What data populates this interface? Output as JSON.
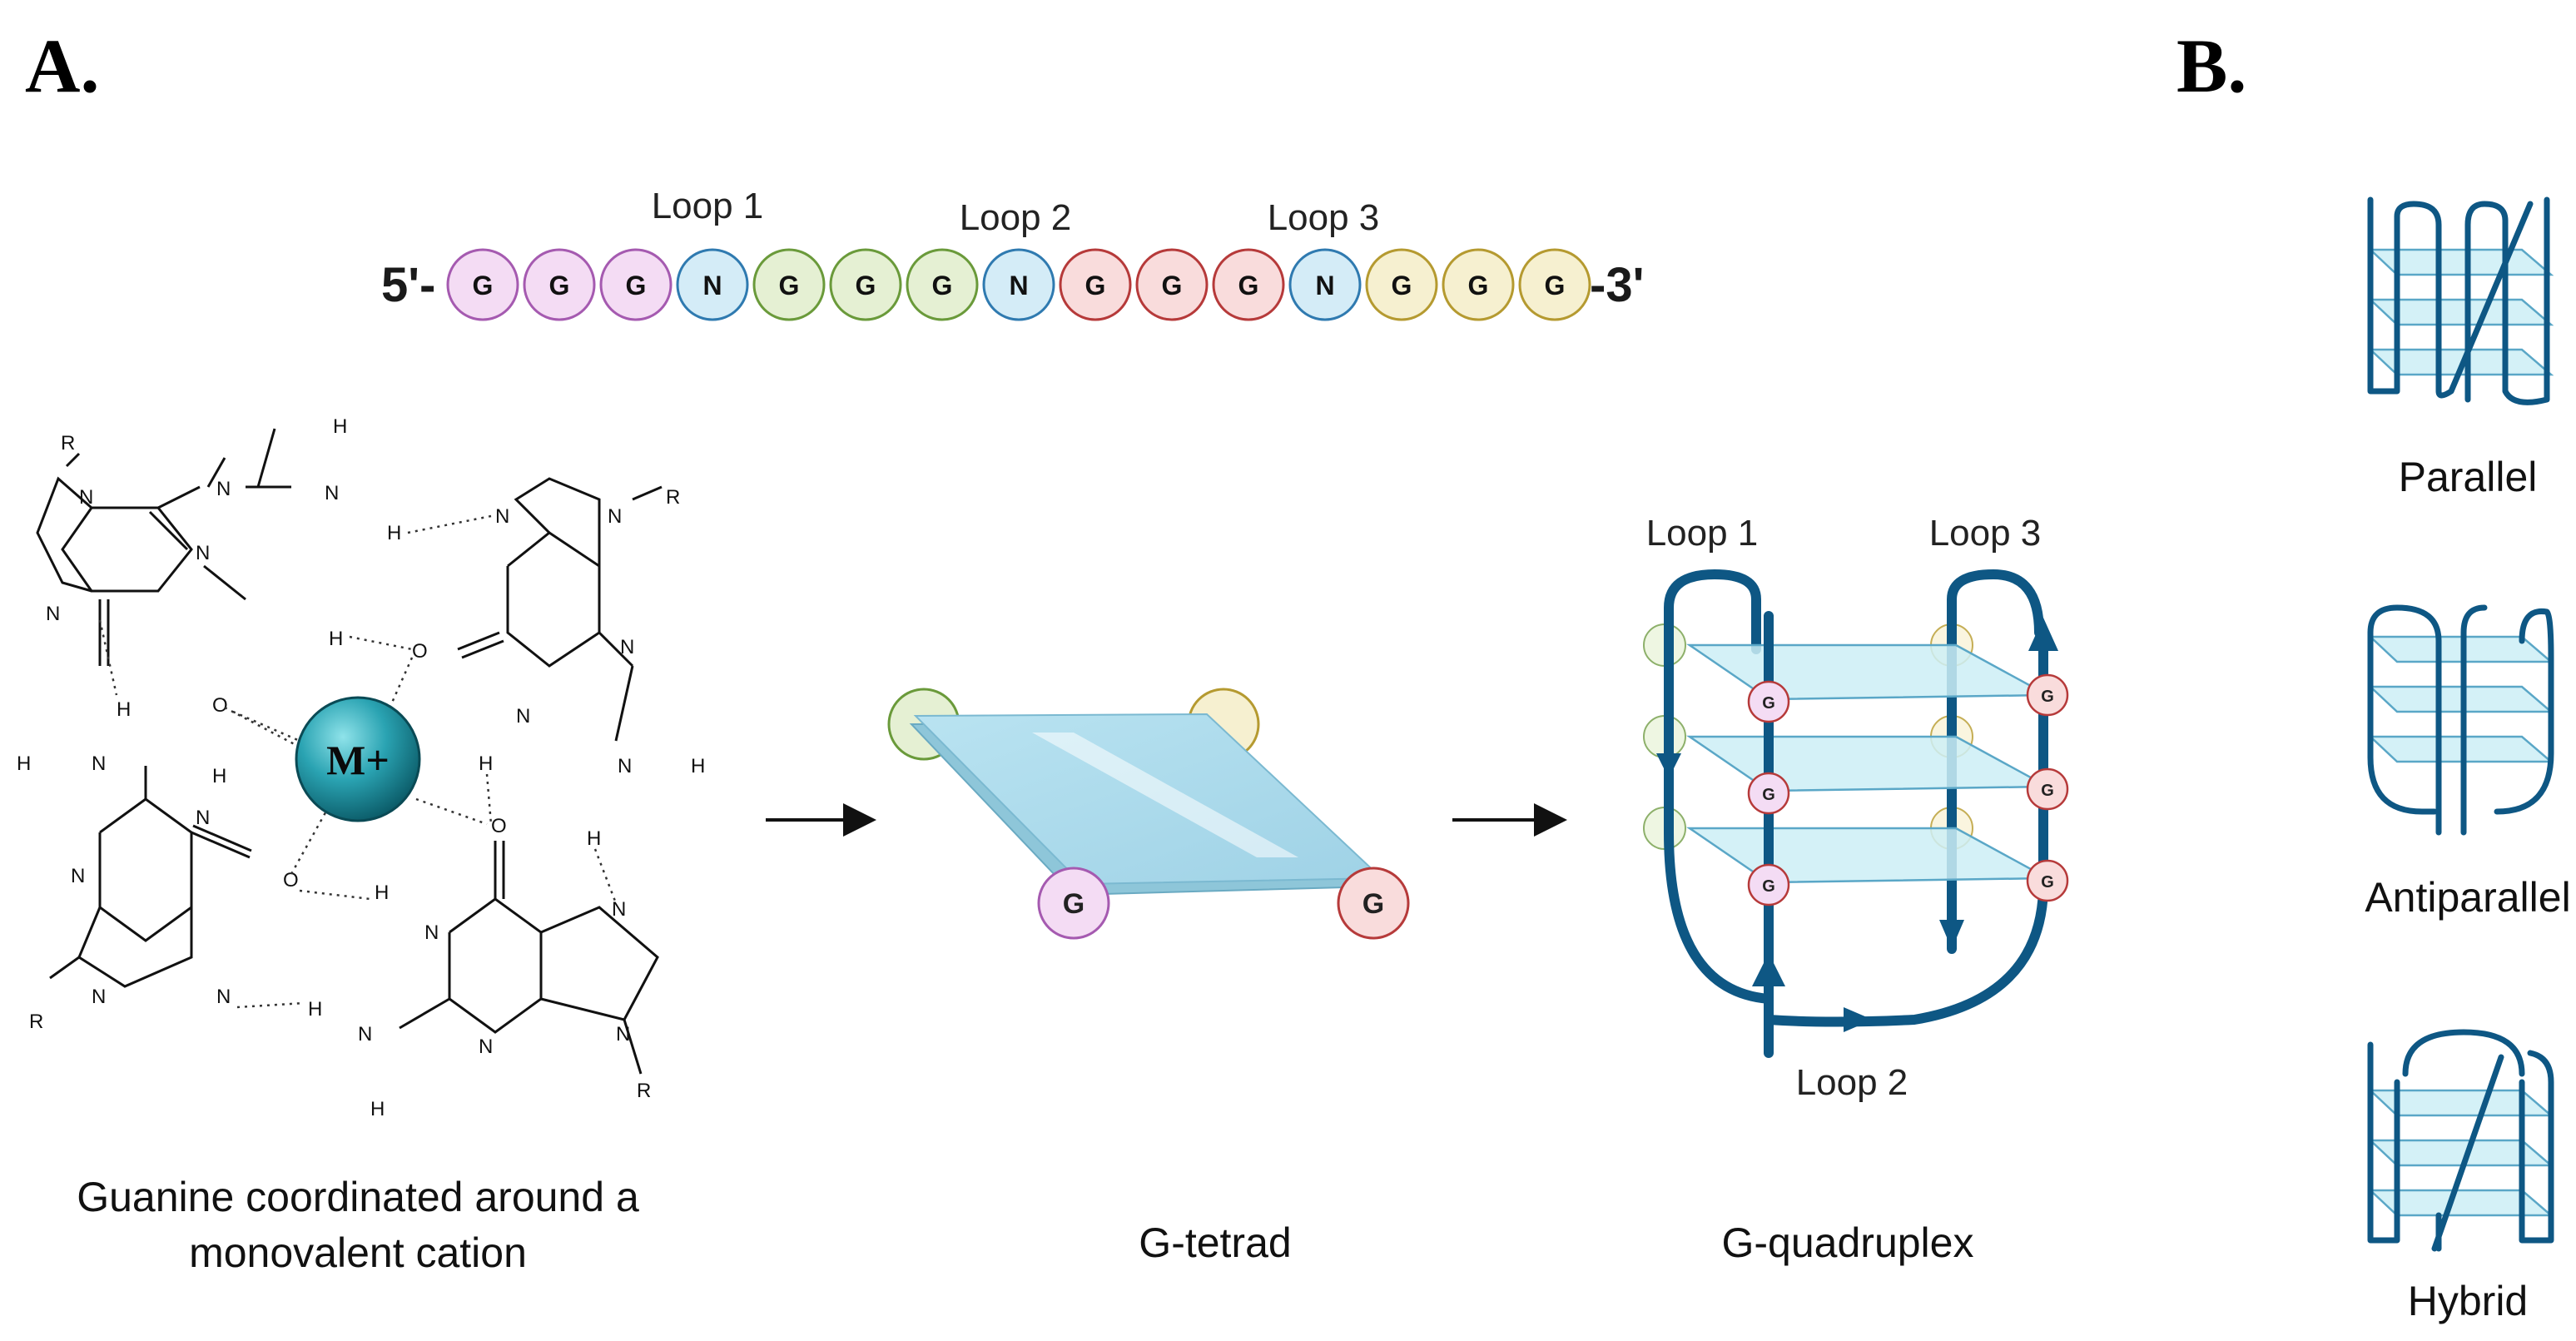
{
  "panels": {
    "a_label": "A.",
    "b_label": "B."
  },
  "sequence": {
    "five_prime": "5'-",
    "three_prime": "-3'",
    "beads": [
      {
        "letter": "G",
        "fill": "#f4dcf4",
        "stroke": "#a55ab0"
      },
      {
        "letter": "G",
        "fill": "#f4dcf4",
        "stroke": "#a55ab0"
      },
      {
        "letter": "G",
        "fill": "#f4dcf4",
        "stroke": "#a55ab0"
      },
      {
        "letter": "N",
        "fill": "#d4ecf7",
        "stroke": "#2f7ab0"
      },
      {
        "letter": "G",
        "fill": "#e5f0d3",
        "stroke": "#6a9a3a"
      },
      {
        "letter": "G",
        "fill": "#e5f0d3",
        "stroke": "#6a9a3a"
      },
      {
        "letter": "G",
        "fill": "#e5f0d3",
        "stroke": "#6a9a3a"
      },
      {
        "letter": "N",
        "fill": "#d4ecf7",
        "stroke": "#2f7ab0"
      },
      {
        "letter": "G",
        "fill": "#f9dcdc",
        "stroke": "#b63a3a"
      },
      {
        "letter": "G",
        "fill": "#f9dcdc",
        "stroke": "#b63a3a"
      },
      {
        "letter": "G",
        "fill": "#f9dcdc",
        "stroke": "#b63a3a"
      },
      {
        "letter": "N",
        "fill": "#d4ecf7",
        "stroke": "#2f7ab0"
      },
      {
        "letter": "G",
        "fill": "#f6f0d0",
        "stroke": "#b59a30"
      },
      {
        "letter": "G",
        "fill": "#f6f0d0",
        "stroke": "#b59a30"
      },
      {
        "letter": "G",
        "fill": "#f6f0d0",
        "stroke": "#b59a30"
      }
    ],
    "loop_labels": [
      "Loop 1",
      "Loop 2",
      "Loop 3"
    ]
  },
  "guanine": {
    "metal_label": "M+",
    "caption_line1": "Guanine coordinated around a",
    "caption_line2": "monovalent cation",
    "atoms": {
      "r": "R",
      "n": "N",
      "h": "H",
      "o": "O"
    }
  },
  "tetrad": {
    "caption": "G-tetrad",
    "base_letter": "G"
  },
  "quadruplex": {
    "caption": "G-quadruplex",
    "loop1": "Loop 1",
    "loop2": "Loop 2",
    "loop3": "Loop 3",
    "base_letter": "G"
  },
  "topologies": {
    "parallel": "Parallel",
    "antiparallel": "Antiparallel",
    "hybrid": "Hybrid"
  },
  "colors": {
    "strand": "#0e5784",
    "tetrad_fill": "#cdeef6",
    "metal": "#1f8c9c"
  }
}
